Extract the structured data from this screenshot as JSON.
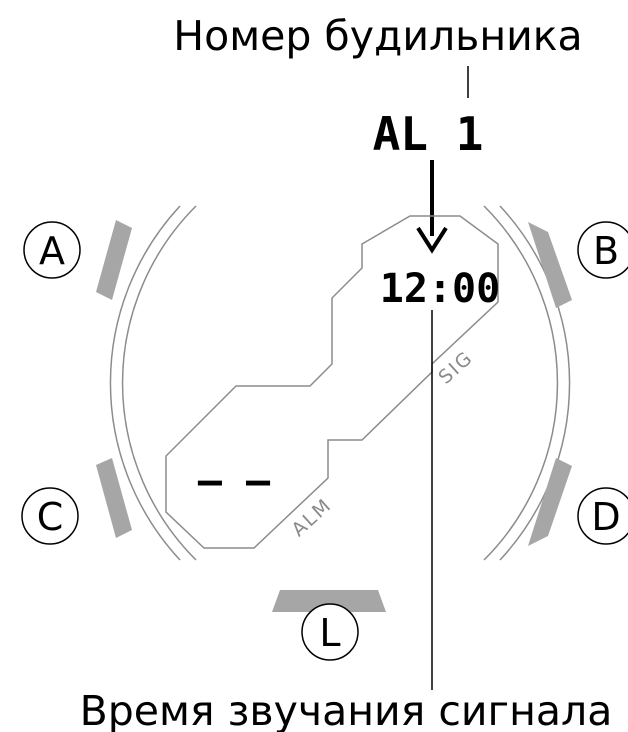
{
  "labels": {
    "alarm_number": "Номер будильника",
    "alarm_time": "Время звучания сигнала"
  },
  "display": {
    "alarm_id": "AL 1",
    "time": "12:00",
    "dashes": "– –"
  },
  "case_labels": {
    "sig": "SIG",
    "alm": "ALM"
  },
  "buttons": {
    "a": "A",
    "b": "B",
    "c": "C",
    "d": "D",
    "l": "L"
  },
  "colors": {
    "button_gray": "#a6a6a6",
    "outline_gray": "#8c8c8c",
    "text": "#000000"
  }
}
